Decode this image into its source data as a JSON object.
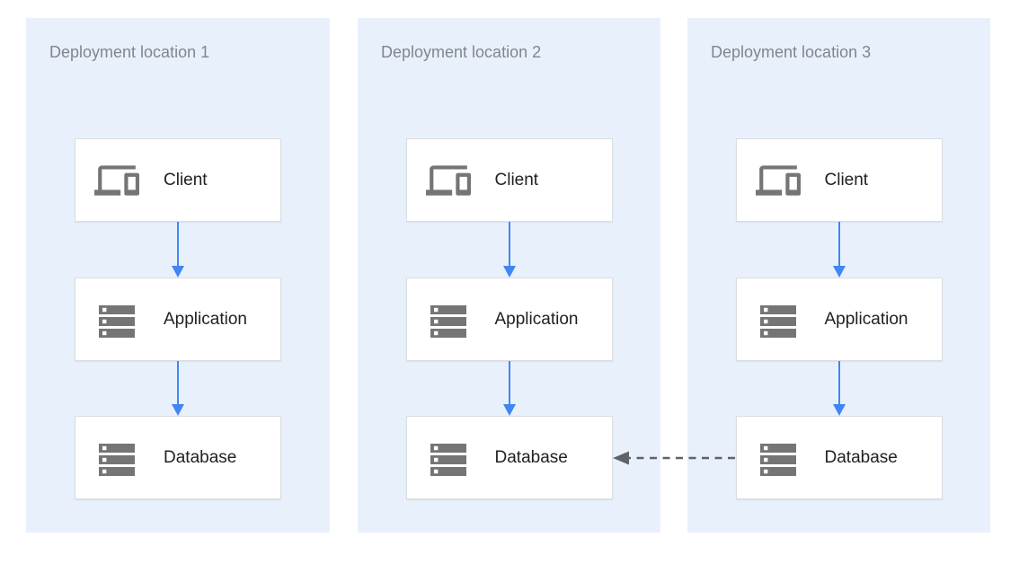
{
  "panels": [
    {
      "title": "Deployment location 1",
      "nodes": [
        {
          "label": "Client",
          "icon": "devices-icon"
        },
        {
          "label": "Application",
          "icon": "server-stack-icon"
        },
        {
          "label": "Database",
          "icon": "server-stack-icon"
        }
      ]
    },
    {
      "title": "Deployment location 2",
      "nodes": [
        {
          "label": "Client",
          "icon": "devices-icon"
        },
        {
          "label": "Application",
          "icon": "server-stack-icon"
        },
        {
          "label": "Database",
          "icon": "server-stack-icon"
        }
      ]
    },
    {
      "title": "Deployment location 3",
      "nodes": [
        {
          "label": "Client",
          "icon": "devices-icon"
        },
        {
          "label": "Application",
          "icon": "server-stack-icon"
        },
        {
          "label": "Database",
          "icon": "server-stack-icon"
        }
      ]
    }
  ],
  "connections": {
    "vertical_flow": "Client to Application to Database",
    "replication_arrow": "Database (Deployment location 3) to Database (Deployment location 2), dashed"
  },
  "colors": {
    "panel_bg": "#e8f1fb",
    "box_bg": "#ffffff",
    "box_border": "#dadce0",
    "icon_gray": "#757575",
    "title_gray": "#80868b",
    "label_dark": "#202124",
    "arrow_blue": "#4285f4",
    "dashed_arrow_gray": "#5f6368"
  }
}
